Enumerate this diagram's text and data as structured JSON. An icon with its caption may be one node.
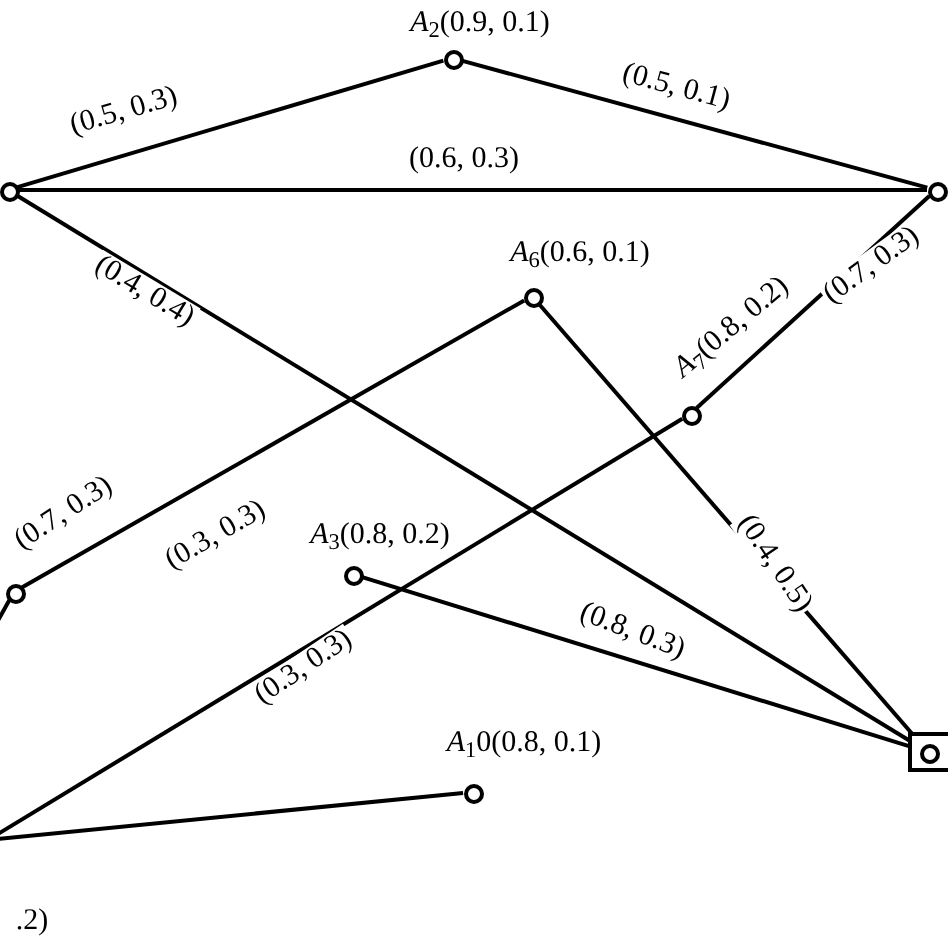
{
  "diagram": {
    "nodes": [
      {
        "text": [],
        "shape": "circle"
      },
      {
        "text": [
          "*A*$_{2}$(0.9, 0.1)"
        ]
      },
      {
        "text": [],
        "shape": "circle"
      },
      {
        "text": [
          "*A*$_{6}$(0.6, 0.1)"
        ]
      },
      {
        "text": [
          "*A*$_{7}$(0.8, 0.2)"
        ]
      },
      {
        "text": [
          "(0.7, 0.3)"
        ]
      },
      {
        "text": [
          "*A*$_{3}$(0.8, 0.2)"
        ]
      },
      {
        "text": [],
        "shape": "box"
      },
      {
        "text": [
          "*A*$_{1}$0(0.8, 0.1)"
        ]
      },
      {
        "text": [
          ".2)"
        ]
      }
    ],
    "edges": [
      {
        "from": 0,
        "to": 1,
        "arrow": "none",
        "label": "(0.5, 0.3)"
      },
      {
        "from": 1,
        "to": 2,
        "arrow": "none",
        "label": "(0.5, 0.1)"
      },
      {
        "from": 0,
        "to": 2,
        "arrow": "none",
        "label": "(0.6, 0.3)"
      },
      {
        "from": 0,
        "to": 7,
        "arrow": "none",
        "label": "(0.4, 0.4)"
      },
      {
        "from": 2,
        "to": 4,
        "arrow": "none",
        "label": "(0.7, 0.3)"
      },
      {
        "from": 4,
        "to": 9,
        "arrow": "none",
        "label": "(0.3, 0.3)"
      },
      {
        "from": 3,
        "to": 5,
        "arrow": "none",
        "label": "(0.3, 0.3)"
      },
      {
        "from": 3,
        "to": 7,
        "arrow": "none",
        "label": "(0.4, 0.5)"
      },
      {
        "from": 6,
        "to": 7,
        "arrow": "none",
        "label": "(0.8, 0.3)"
      },
      {
        "from": 8,
        "to": 9,
        "arrow": "none"
      },
      {
        "from": 5,
        "to": null,
        "arrow": "none"
      }
    ]
  }
}
